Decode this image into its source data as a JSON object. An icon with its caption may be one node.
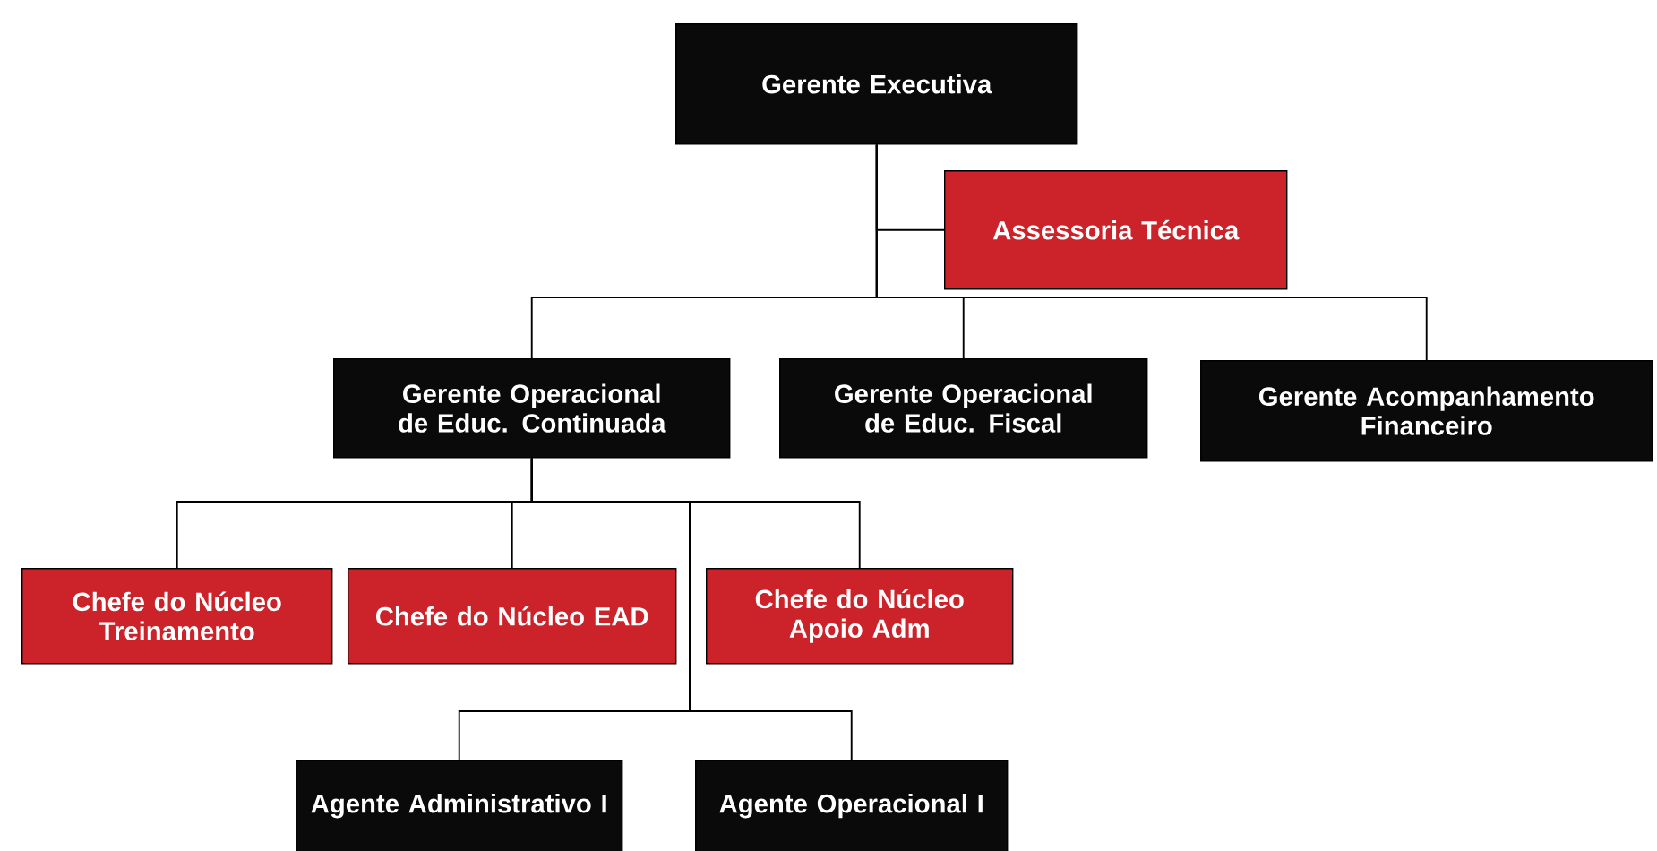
{
  "diagram": {
    "nodes": [
      {
        "text": [
          "Gerente Executiva"
        ]
      },
      {
        "text": [
          "Assessoria Técnica"
        ]
      },
      {
        "text": [
          "Gerente Operacional de Educ. Continuada"
        ]
      },
      {
        "text": [
          "Gerente Operacional de Educ. Fiscal"
        ]
      },
      {
        "text": [
          "Gerente Acompanhamento Financeiro"
        ]
      },
      {
        "text": [
          "Chefe do Núcleo Treinamento"
        ]
      },
      {
        "text": [
          "Chefe do Núcleo EAD"
        ]
      },
      {
        "text": [
          "Chefe do Núcleo Apoio Adm"
        ]
      },
      {
        "text": [
          "Agente Administrativo I"
        ]
      },
      {
        "text": [
          "Agente Operacional I"
        ]
      }
    ],
    "edges": [
      {
        "from": 0,
        "to": 1,
        "arrow": "none"
      },
      {
        "from": 0,
        "to": 2,
        "arrow": "none"
      },
      {
        "from": 0,
        "to": 3,
        "arrow": "none"
      },
      {
        "from": 0,
        "to": 4,
        "arrow": "none"
      },
      {
        "from": 2,
        "to": 5,
        "arrow": "none"
      },
      {
        "from": 2,
        "to": 6,
        "arrow": "none"
      },
      {
        "from": 2,
        "to": 7,
        "arrow": "none"
      },
      {
        "from": 2,
        "to": 8,
        "arrow": "none"
      },
      {
        "from": 2,
        "to": 9,
        "arrow": "none"
      }
    ]
  }
}
